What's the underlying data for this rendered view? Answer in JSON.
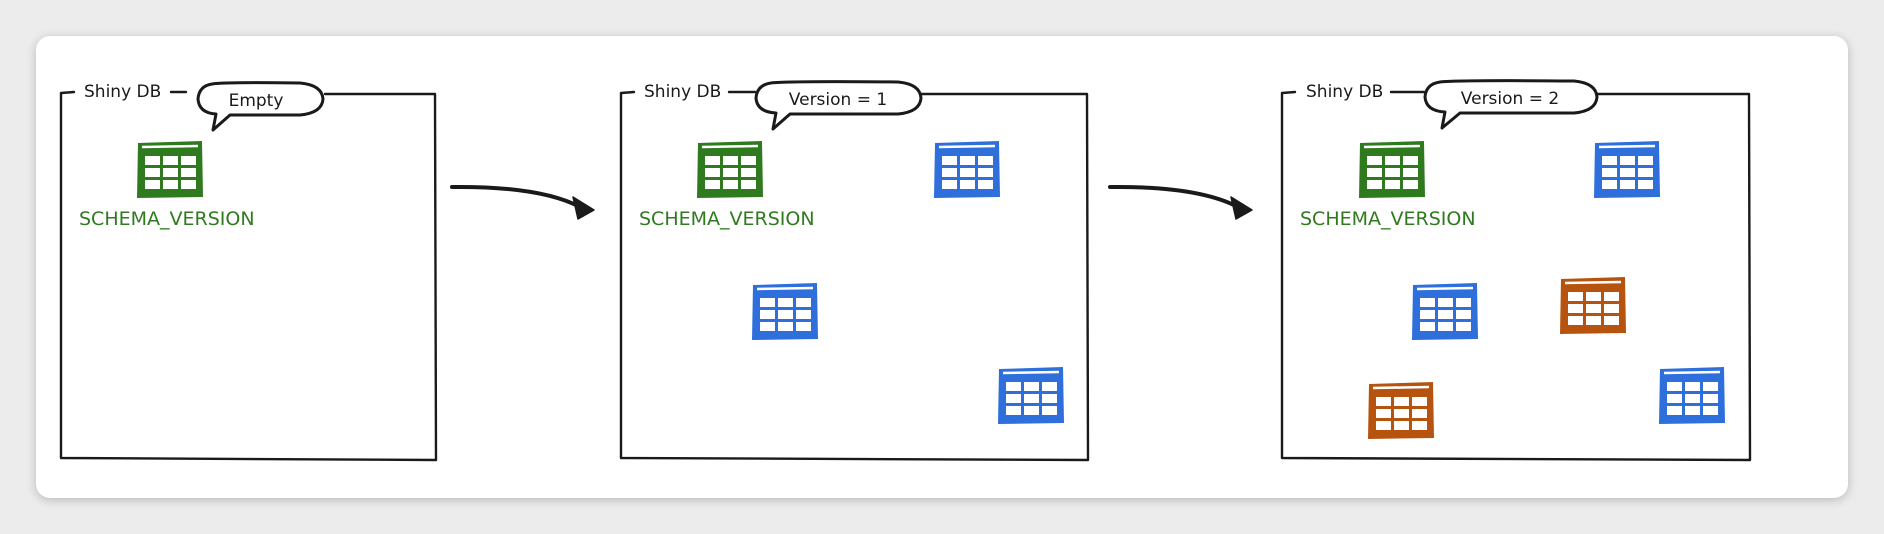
{
  "panels": [
    {
      "db_label": "Shiny DB",
      "bubble": "Empty",
      "schema_table_label": "SCHEMA_VERSION"
    },
    {
      "db_label": "Shiny DB",
      "bubble": "Version = 1",
      "schema_table_label": "SCHEMA_VERSION"
    },
    {
      "db_label": "Shiny DB",
      "bubble": "Version = 2",
      "schema_table_label": "SCHEMA_VERSION"
    }
  ],
  "colors": {
    "schema_table": "#2f7a1f",
    "table_v1": "#2e6fdc",
    "table_v2": "#b6540f",
    "ink": "#1a1a1a"
  },
  "icons": {
    "table": "table-icon",
    "arrow": "arrow-right-icon"
  }
}
